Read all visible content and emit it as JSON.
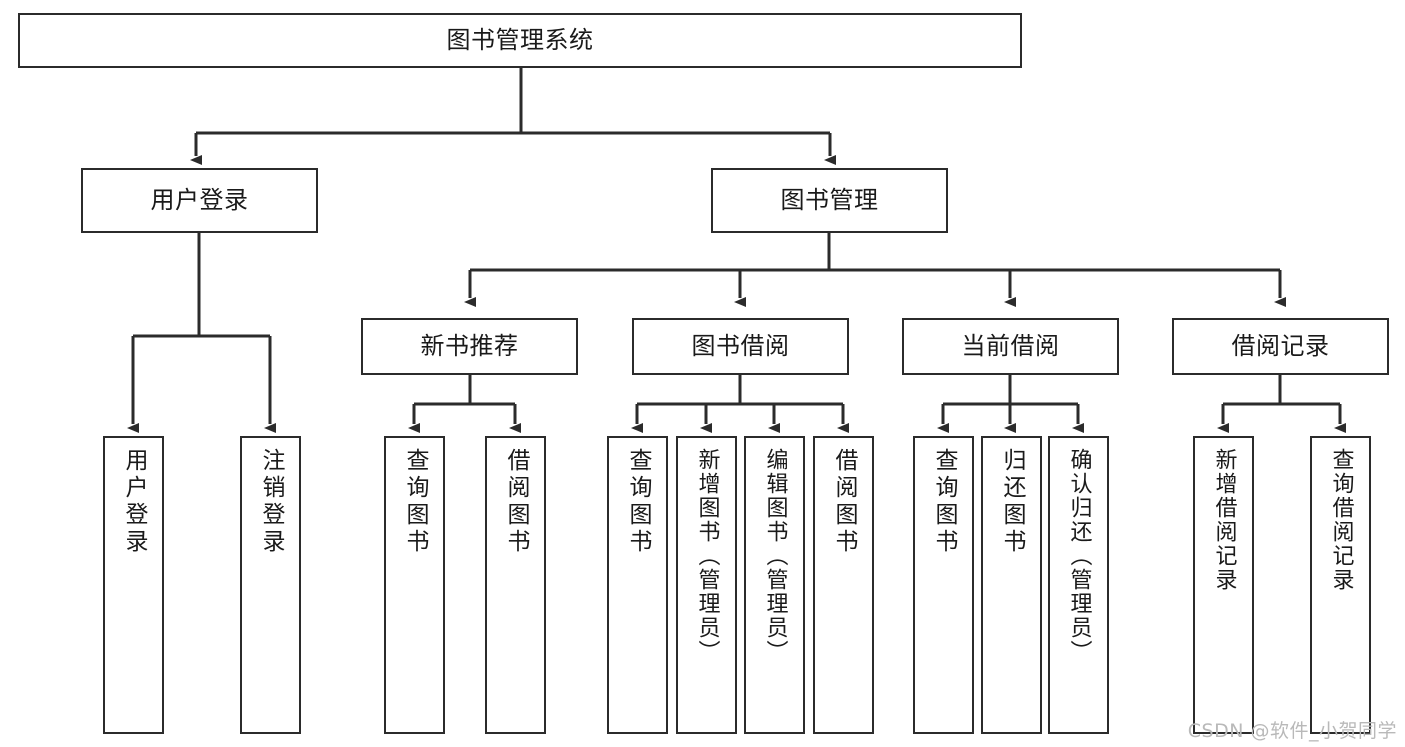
{
  "diagram": {
    "title": "图书管理系统",
    "type": "tree",
    "watermark": "CSDN @软件_小贺同学",
    "colors": {
      "box_border": "#2b2b2b",
      "box_fill": "#ffffff",
      "edge": "#2b2b2b",
      "text": "#1a1a1a",
      "watermark": "#b9b9b9",
      "background": "#ffffff"
    },
    "nodes": {
      "root": {
        "label": "图书管理系统"
      },
      "tier2": [
        {
          "id": "user-login",
          "label": "用户登录"
        },
        {
          "id": "book-manage",
          "label": "图书管理"
        }
      ],
      "tier3": [
        {
          "id": "new-book-recommend",
          "label": "新书推荐"
        },
        {
          "id": "book-borrow",
          "label": "图书借阅"
        },
        {
          "id": "current-borrow",
          "label": "当前借阅"
        },
        {
          "id": "borrow-record",
          "label": "借阅记录"
        }
      ],
      "leaves": {
        "user-login": [
          {
            "id": "leaf-user-login",
            "label": "用户登录"
          },
          {
            "id": "leaf-logout",
            "label": "注销登录"
          }
        ],
        "new-book-recommend": [
          {
            "id": "leaf-query-book-1",
            "label": "查询图书"
          },
          {
            "id": "leaf-borrow-book-1",
            "label": "借阅图书"
          }
        ],
        "book-borrow": [
          {
            "id": "leaf-query-book-2",
            "label": "查询图书"
          },
          {
            "id": "leaf-add-book",
            "label": "新增图书（管理员）"
          },
          {
            "id": "leaf-edit-book",
            "label": "编辑图书（管理员）"
          },
          {
            "id": "leaf-borrow-book-2",
            "label": "借阅图书"
          }
        ],
        "current-borrow": [
          {
            "id": "leaf-query-book-3",
            "label": "查询图书"
          },
          {
            "id": "leaf-return-book",
            "label": "归还图书"
          },
          {
            "id": "leaf-confirm-return",
            "label": "确认归还（管理员）"
          }
        ],
        "borrow-record": [
          {
            "id": "leaf-add-record",
            "label": "新增借阅记录"
          },
          {
            "id": "leaf-query-record",
            "label": "查询借阅记录"
          }
        ]
      }
    }
  }
}
